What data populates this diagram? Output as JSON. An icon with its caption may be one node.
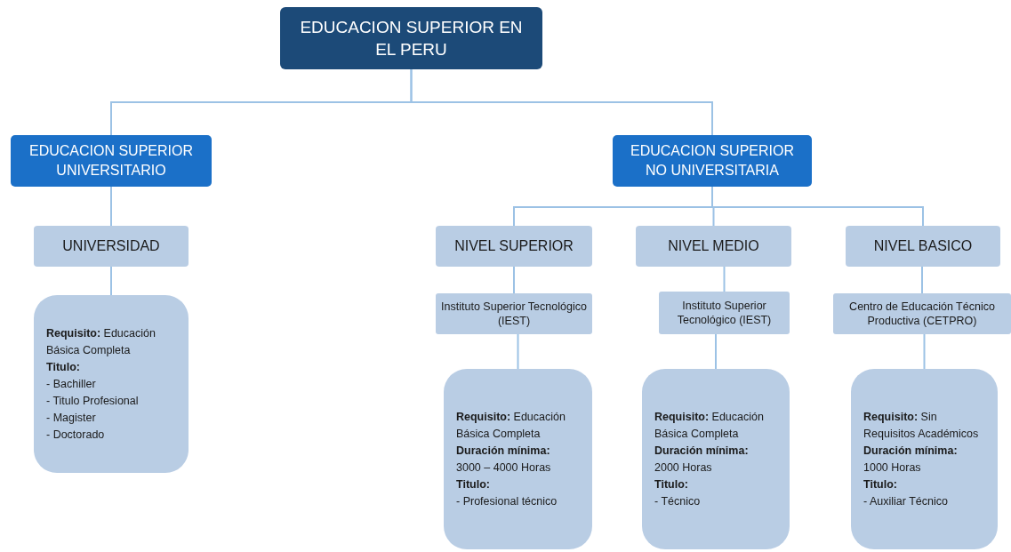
{
  "diagram": {
    "nodes": [
      {
        "text": [
          "EDUCACION SUPERIOR EN EL PERU"
        ]
      },
      {
        "text": [
          "EDUCACION SUPERIOR UNIVERSITARIO"
        ]
      },
      {
        "text": [
          "EDUCACION SUPERIOR NO UNIVERSITARIA"
        ]
      },
      {
        "text": [
          "UNIVERSIDAD"
        ]
      },
      {
        "text": [
          "**Requisito:** Educación Básica Completa",
          "**Titulo:**",
          "- Bachiller",
          "- Titulo Profesional",
          "- Magister",
          "- Doctorado"
        ]
      },
      {
        "text": [
          "NIVEL SUPERIOR"
        ]
      },
      {
        "text": [
          "NIVEL MEDIO"
        ]
      },
      {
        "text": [
          "NIVEL BASICO"
        ]
      },
      {
        "text": [
          "Instituto Superior Tecnológico (IEST)"
        ]
      },
      {
        "text": [
          "Instituto Superior Tecnológico (IEST)"
        ]
      },
      {
        "text": [
          "Centro de Educación Técnico Productiva (CETPRO)"
        ]
      },
      {
        "text": [
          "**Requisito:** Educación Básica Completa",
          "**Duración mínima:**",
          "3000 – 4000 Horas",
          "**Titulo:**",
          "- Profesional técnico"
        ]
      },
      {
        "text": [
          "**Requisito:** Educación Básica Completa",
          "**Duración mínima:**",
          "2000 Horas",
          "**Titulo:**",
          "- Técnico"
        ]
      },
      {
        "text": [
          "**Requisito:** Sin Requisitos Académicos",
          "**Duración mínima:**",
          "1000 Horas",
          "**Titulo:**",
          "- Auxiliar Técnico"
        ]
      }
    ],
    "edges": [
      {
        "from": 0,
        "to": 1,
        "arrow": "none"
      },
      {
        "from": 0,
        "to": 2,
        "arrow": "none"
      },
      {
        "from": 1,
        "to": 3,
        "arrow": "none"
      },
      {
        "from": 3,
        "to": 4,
        "arrow": "none"
      },
      {
        "from": 2,
        "to": 5,
        "arrow": "none"
      },
      {
        "from": 2,
        "to": 6,
        "arrow": "none"
      },
      {
        "from": 2,
        "to": 7,
        "arrow": "none"
      },
      {
        "from": 5,
        "to": 8,
        "arrow": "none"
      },
      {
        "from": 8,
        "to": 11,
        "arrow": "none"
      },
      {
        "from": 6,
        "to": 9,
        "arrow": "none"
      },
      {
        "from": 9,
        "to": 12,
        "arrow": "none"
      },
      {
        "from": 7,
        "to": 10,
        "arrow": "none"
      },
      {
        "from": 10,
        "to": 13,
        "arrow": "none"
      }
    ]
  }
}
